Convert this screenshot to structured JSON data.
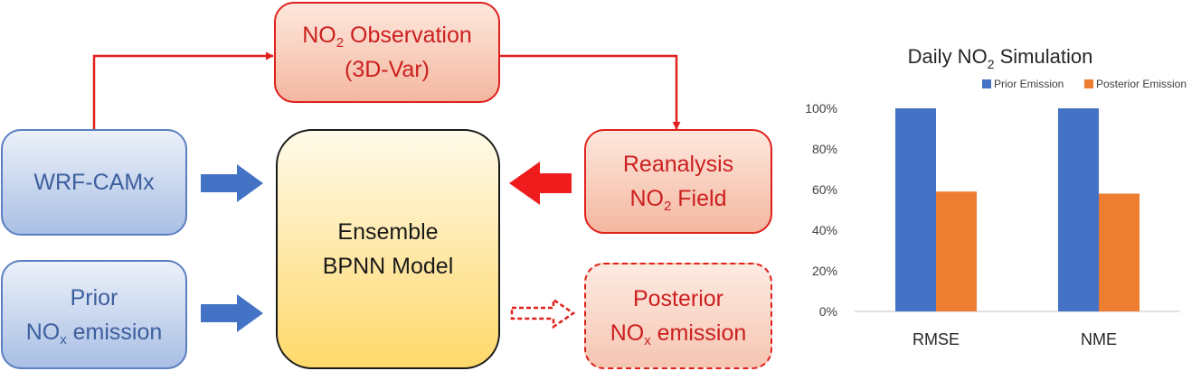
{
  "diagram": {
    "observation": {
      "line1_main": "NO",
      "line1_sub": "2",
      "line1_rest": " Observation",
      "line2": "(3D-Var)"
    },
    "wrf": {
      "label": "WRF-CAMx"
    },
    "prior": {
      "line1": "Prior",
      "line2_main": "NO",
      "line2_sub": "x",
      "line2_rest": " emission"
    },
    "ensemble": {
      "line1": "Ensemble",
      "line2": "BPNN Model"
    },
    "reanalysis": {
      "line1": "Reanalysis",
      "line2_main": "NO",
      "line2_sub": "2",
      "line2_rest": " Field"
    },
    "posterior": {
      "line1": "Posterior",
      "line2_main": "NO",
      "line2_sub": "x",
      "line2_rest": " emission"
    },
    "colors": {
      "blue_border": "#5b7fc0",
      "red": "#e0201c",
      "ensemble_fill": "#ffe7a4",
      "arrow_blue": "#4472c4"
    }
  },
  "chart_data": {
    "type": "bar",
    "title_main": "Daily NO",
    "title_sub": "2",
    "title_rest": " Simulation",
    "categories": [
      "RMSE",
      "NME"
    ],
    "series": [
      {
        "name": "Prior Emission",
        "values": [
          100,
          100
        ],
        "color": "#4472c4"
      },
      {
        "name": "Posterior Emission",
        "values": [
          59,
          58
        ],
        "color": "#ed7d31"
      }
    ],
    "y_ticks": [
      "100%",
      "80%",
      "60%",
      "40%",
      "20%",
      "0%"
    ],
    "ylim": [
      0,
      100
    ],
    "legend_position": "top",
    "grid": false
  }
}
